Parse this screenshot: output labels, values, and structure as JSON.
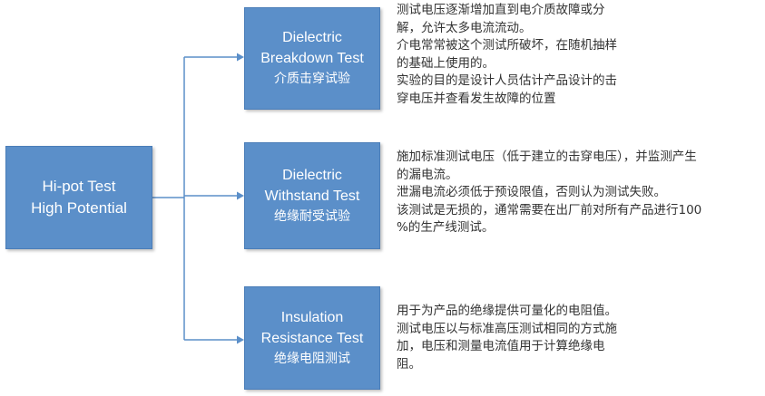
{
  "root": {
    "line1": "Hi-pot Test",
    "line2": "High Potential"
  },
  "branches": [
    {
      "en_line1": "Dielectric",
      "en_line2": "Breakdown Test",
      "zh": "介质击穿试验",
      "description": [
        "测试电压逐渐增加直到电介质故障或分",
        "解，允许太多电流流动。",
        "介电常常被这个测试所破坏，在随机抽样",
        "的基础上使用的。",
        "实验的目的是设计人员估计产品设计的击",
        "穿电压并查看发生故障的位置"
      ]
    },
    {
      "en_line1": "Dielectric",
      "en_line2": "Withstand Test",
      "zh": "绝缘耐受试验",
      "description": [
        "施加标准测试电压（低于建立的击穿电压），并监测产生",
        "的漏电流。",
        "泄漏电流必须低于预设限值，否则认为测试失败。",
        "该测试是无损的，通常需要在出厂前对所有产品进行100",
        "%的生产线测试。"
      ]
    },
    {
      "en_line1": "Insulation",
      "en_line2": "Resistance Test",
      "zh": "绝缘电阻测试",
      "description": [
        "用于为产品的绝缘提供可量化的电阻值。",
        "测试电压以与标准高压测试相同的方式施",
        "加，电压和测量电流值用于计算绝缘电",
        "阻。"
      ]
    }
  ],
  "colors": {
    "box_fill": "#5b8fc9",
    "connector": "#5b8fc9",
    "text": "#333333"
  }
}
